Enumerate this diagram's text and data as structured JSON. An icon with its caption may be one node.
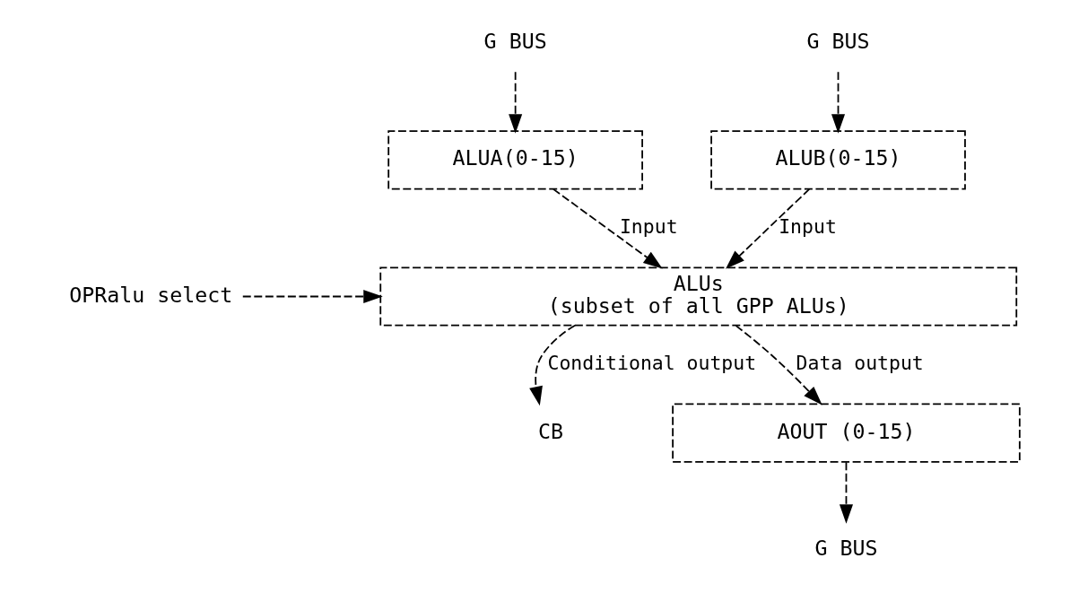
{
  "diagram": {
    "nodes": [
      {
        "text": [
          "G BUS"
        ]
      },
      {
        "text": [
          "ALUA(0-15)"
        ]
      },
      {
        "text": [
          "G BUS"
        ]
      },
      {
        "text": [
          "ALUB(0-15)"
        ]
      },
      {
        "text": [
          "ALUs",
          "(subset of all GPP ALUs)"
        ]
      },
      {
        "text": [
          "OPRalu select"
        ]
      },
      {
        "text": [
          "CB"
        ]
      },
      {
        "text": [
          "AOUT (0-15)"
        ]
      },
      {
        "text": [
          "G BUS"
        ]
      }
    ],
    "edges": [
      {
        "from": 0,
        "to": 1,
        "arrow": "to"
      },
      {
        "from": 2,
        "to": 3,
        "arrow": "to"
      },
      {
        "from": 1,
        "to": 4,
        "arrow": "to",
        "label": "Input"
      },
      {
        "from": 3,
        "to": 4,
        "arrow": "to",
        "label": "Input"
      },
      {
        "from": 5,
        "to": 4,
        "arrow": "to"
      },
      {
        "from": 4,
        "to": 6,
        "arrow": "to",
        "label": "Conditional output"
      },
      {
        "from": 4,
        "to": 7,
        "arrow": "to",
        "label": "Data output"
      },
      {
        "from": 7,
        "to": 8,
        "arrow": "to"
      }
    ]
  }
}
